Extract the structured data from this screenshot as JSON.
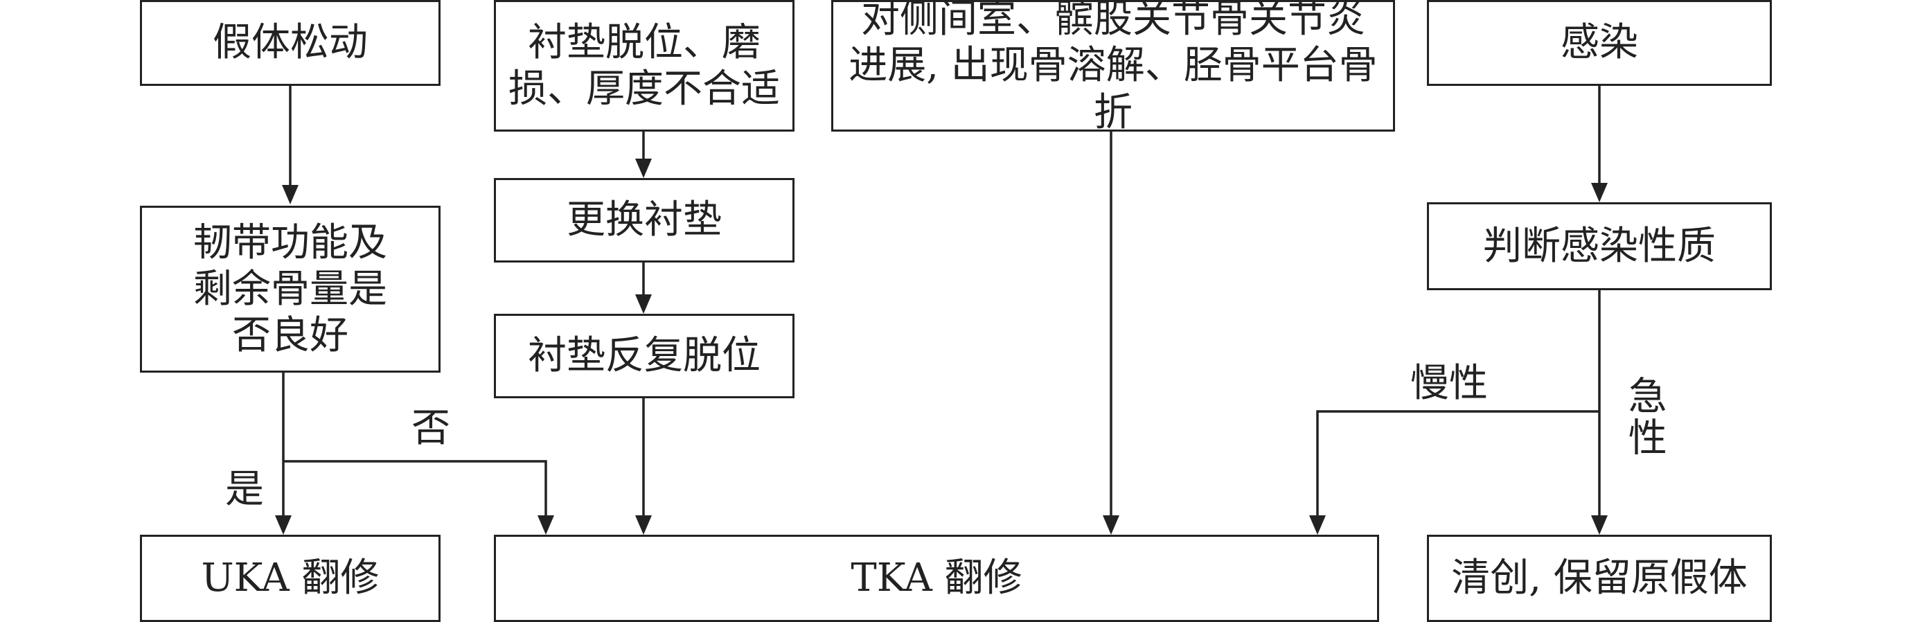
{
  "nodes": {
    "prosthesis_loosening": "假体松动",
    "liner_issue": "衬垫脱位、磨损、厚度不合适",
    "contralateral_progression": "对侧间室、髌股关节骨关节炎进展, 出现骨溶解、胫骨平台骨折",
    "infection": "感染",
    "ligament_bone_check": "韧带功能及剩余骨量是否良好",
    "replace_liner": "更换衬垫",
    "liner_redislocation": "衬垫反复脱位",
    "judge_infection": "判断感染性质",
    "uka_revision": "UKA 翻修",
    "tka_revision": "TKA 翻修",
    "debridement": "清创, 保留原假体"
  },
  "edge_labels": {
    "no": "否",
    "yes": "是",
    "chronic": "慢性",
    "acute": "急性"
  }
}
